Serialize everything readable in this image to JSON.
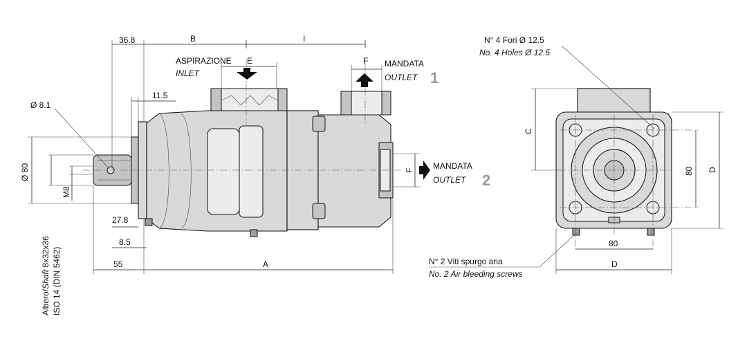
{
  "dimensions": {
    "d_36_8": "36.8",
    "d_B": "B",
    "d_I": "I",
    "d_E": "E",
    "d_F_top": "F",
    "d_11_5": "11.5",
    "d_8_1": "Ø 8.1",
    "d_80_left": "Ø 80",
    "d_M8": "M8",
    "d_27_8": "27.8",
    "d_8_5": "8.5",
    "d_55": "55",
    "d_A": "A",
    "d_F_side": "F",
    "d_C": "C",
    "d_80_right": "80",
    "d_D_right": "D",
    "d_80_bottom": "80",
    "d_D_bottom": "D"
  },
  "labels": {
    "inlet_it": "ASPIRAZIONE",
    "inlet_en": "INLET",
    "outlet1_it": "MANDATA",
    "outlet1_en": "OUTLET",
    "outlet1_num": "1",
    "outlet2_it": "MANDATA",
    "outlet2_en": "OUTLET",
    "outlet2_num": "2",
    "holes_it": "N° 4 Fori Ø 12.5",
    "holes_en": "No. 4 Holes Ø 12.5",
    "bleed_it": "N° 2 Viti spurgo aria",
    "bleed_en": "No. 2 Air bleeding screws",
    "shaft_line1_a": "Albero/",
    "shaft_line1_b": "Shaft",
    "shaft_line1_c": " 8x32x36",
    "shaft_line2": "ISO 14 (DIN 5462)"
  },
  "colors": {
    "body": "#d9d9d9",
    "outlet_number": "#9a9a9a"
  }
}
